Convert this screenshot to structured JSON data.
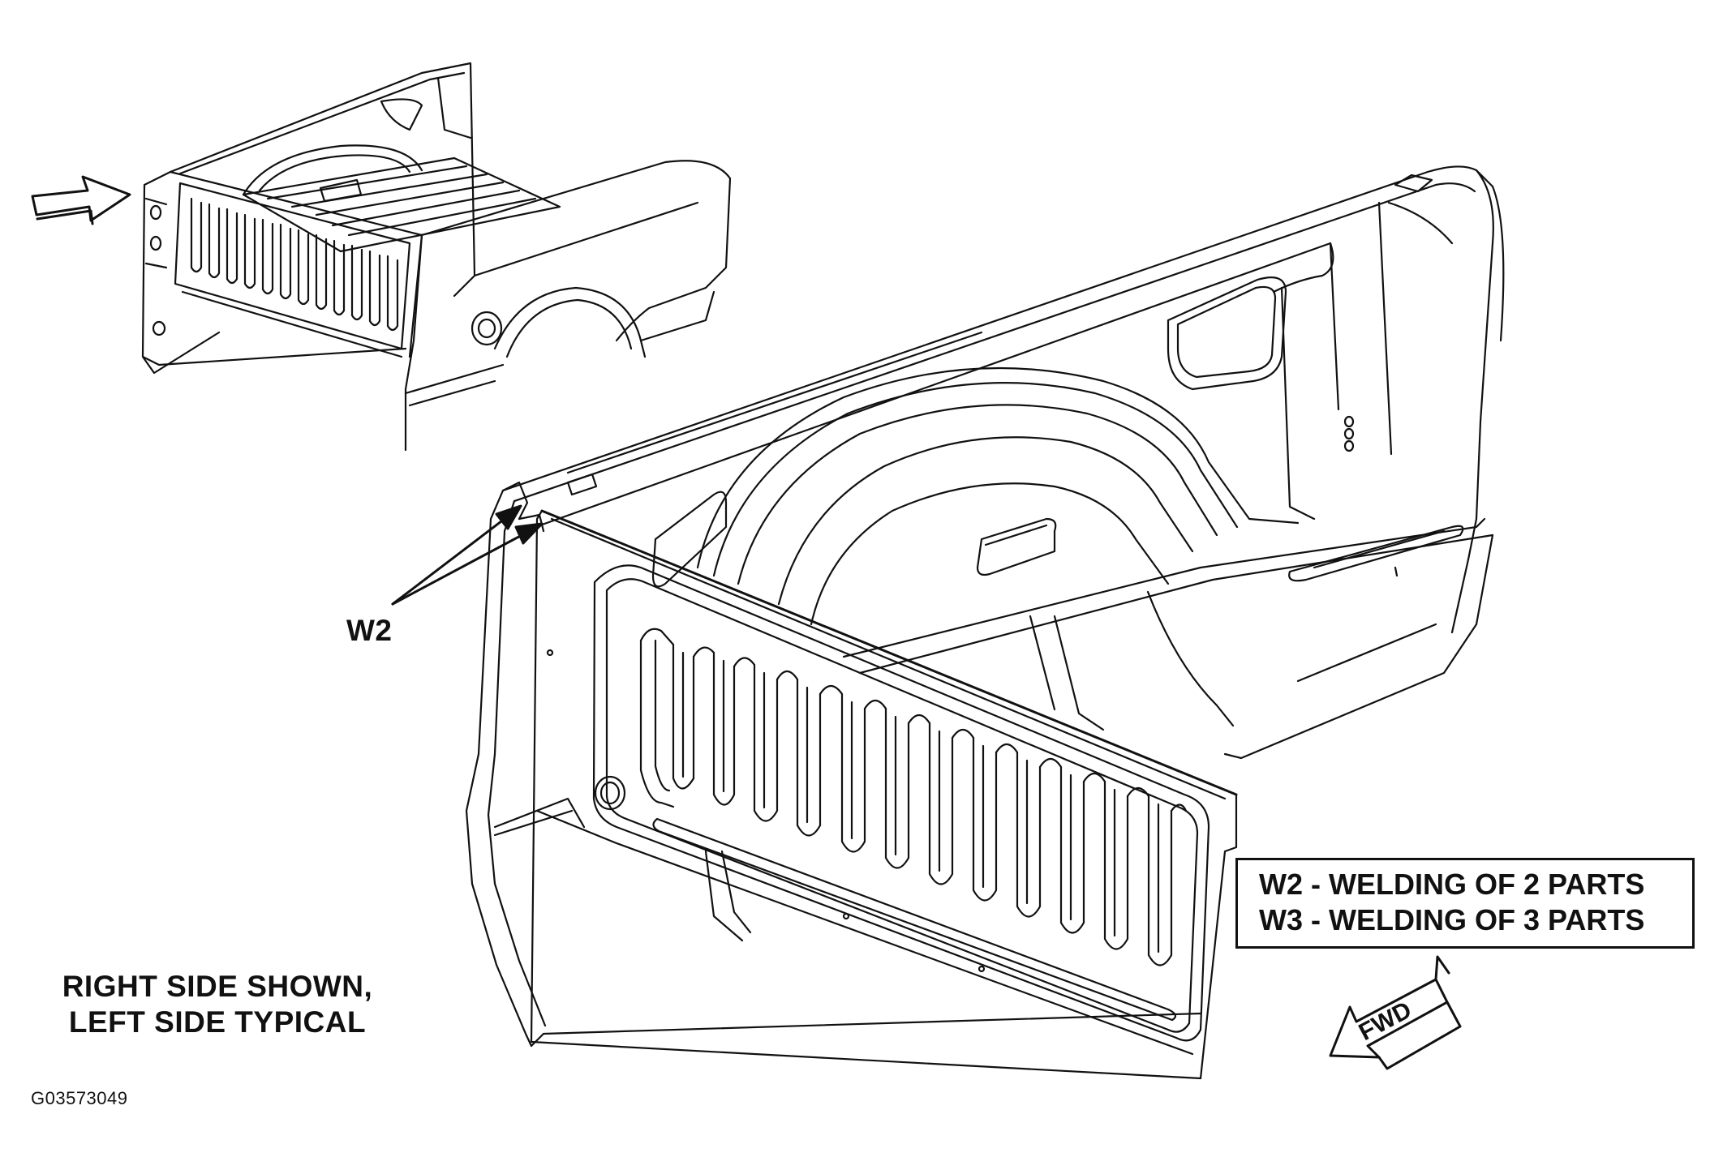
{
  "callouts": {
    "weld_point": "W2"
  },
  "legend": {
    "line1": "W2 - WELDING OF 2 PARTS",
    "line2": "W3 - WELDING OF 3 PARTS"
  },
  "notes": {
    "side_line1": "RIGHT SIDE SHOWN,",
    "side_line2": "LEFT SIDE TYPICAL"
  },
  "direction": {
    "label": "FWD"
  },
  "figure": {
    "id": "G03573049"
  },
  "icons": {
    "view_arrow": "right-arrow-icon",
    "direction_arrow": "fwd-arrow-icon"
  },
  "colors": {
    "line": "#111111",
    "background": "#ffffff"
  }
}
